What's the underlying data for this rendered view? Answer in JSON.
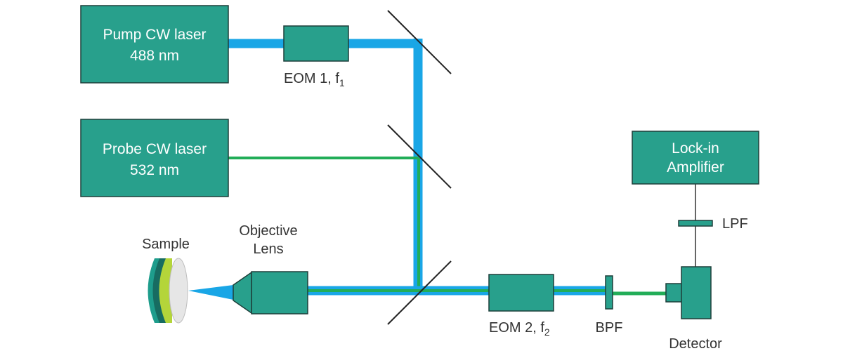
{
  "colors": {
    "component_fill": "#28a08c",
    "component_border": "#1d3f3a",
    "pump_beam": "#19a6e6",
    "probe_beam": "#22ad58"
  },
  "pump_laser": {
    "line1": "Pump CW laser",
    "line2": "488 nm"
  },
  "probe_laser": {
    "line1": "Probe CW laser",
    "line2": "532 nm"
  },
  "eom1": {
    "label": "EOM 1, f",
    "sub": "1"
  },
  "eom2": {
    "label": "EOM 2, f",
    "sub": "2"
  },
  "lockin": {
    "line1": "Lock-in",
    "line2": "Amplifier"
  },
  "lpf": {
    "label": "LPF"
  },
  "bpf": {
    "label": "BPF"
  },
  "detector": {
    "label": "Detector"
  },
  "sample": {
    "label": "Sample"
  },
  "objective": {
    "line1": "Objective",
    "line2": "Lens"
  }
}
